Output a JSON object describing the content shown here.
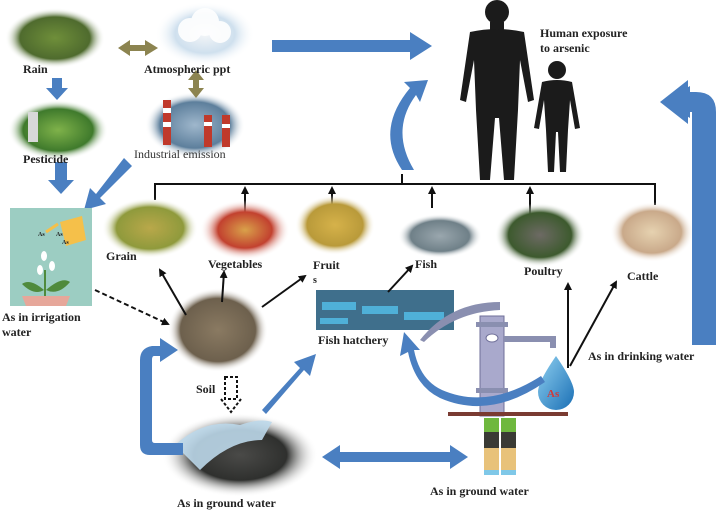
{
  "title": "Arsenic exposure pathways to humans",
  "colors": {
    "blue_arrow": "#4a7fc1",
    "olive_arrow": "#8c8450",
    "black_line": "#111111",
    "silhouette": "#1b1b1b"
  },
  "nodes": {
    "rain": "Rain",
    "atmospheric_ppt": "Atmospheric ppt",
    "pesticide": "Pesticide",
    "industrial_emission": "Industrial emission",
    "human_exposure": "Human exposure to arsenic",
    "human_exposure_line1": "Human exposure",
    "human_exposure_line2": "to arsenic",
    "irrigation_line1": "As in irrigation",
    "irrigation_line2": "water",
    "grain": "Grain",
    "vegetables": "Vegetables",
    "fruits_line1": "Fruit",
    "fruits_line2": "s",
    "fish": "Fish",
    "poultry": "Poultry",
    "cattle": "Cattle",
    "soil": "Soil",
    "fish_hatchery": "Fish hatchery",
    "drinking_water": "As in drinking water",
    "ground_water_left": "As in ground water",
    "ground_water_right": "As in ground water",
    "drop_label": "As",
    "can_labels": [
      "As",
      "As",
      "As"
    ]
  }
}
